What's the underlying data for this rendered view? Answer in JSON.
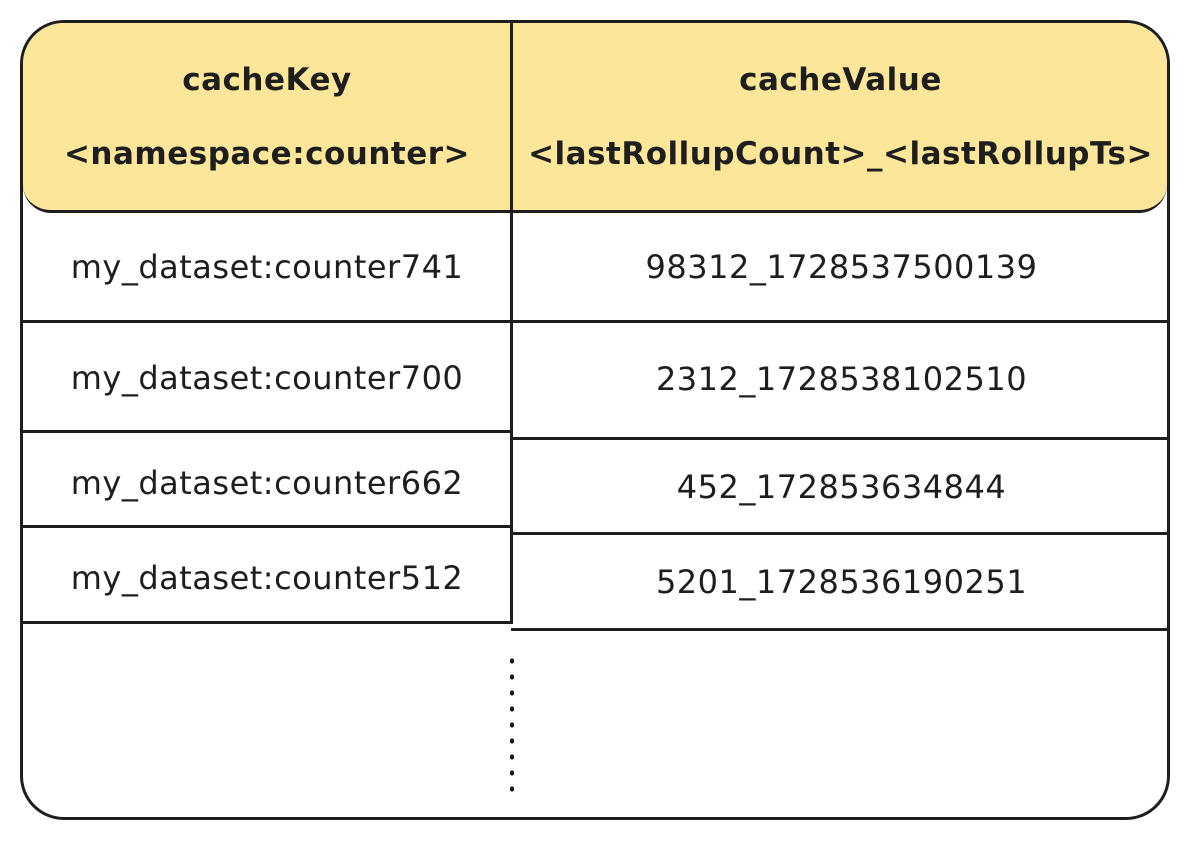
{
  "colors": {
    "header_fill": "#fbe69a",
    "stroke": "#1e1e1e",
    "background": "#ffffff"
  },
  "header": {
    "key_title": "cacheKey",
    "key_format": "<namespace:counter>",
    "value_title": "cacheValue",
    "value_format": "<lastRollupCount>_<lastRollupTs>"
  },
  "rows": [
    {
      "key": "my_dataset:counter741",
      "value": "98312_1728537500139"
    },
    {
      "key": "my_dataset:counter700",
      "value": "2312_1728538102510"
    },
    {
      "key": "my_dataset:counter662",
      "value": "452_172853634844"
    },
    {
      "key": "my_dataset:counter512",
      "value": "5201_1728536190251"
    }
  ],
  "continuation": {
    "icon": "vertical-ellipsis-icon"
  }
}
